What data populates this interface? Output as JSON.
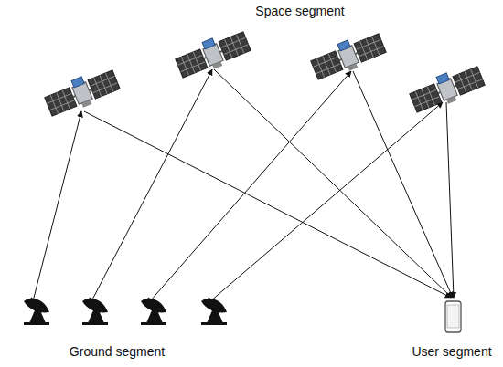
{
  "diagram": {
    "labels": [
      "Space segment",
      "Ground segment",
      "User segment"
    ]
  }
}
